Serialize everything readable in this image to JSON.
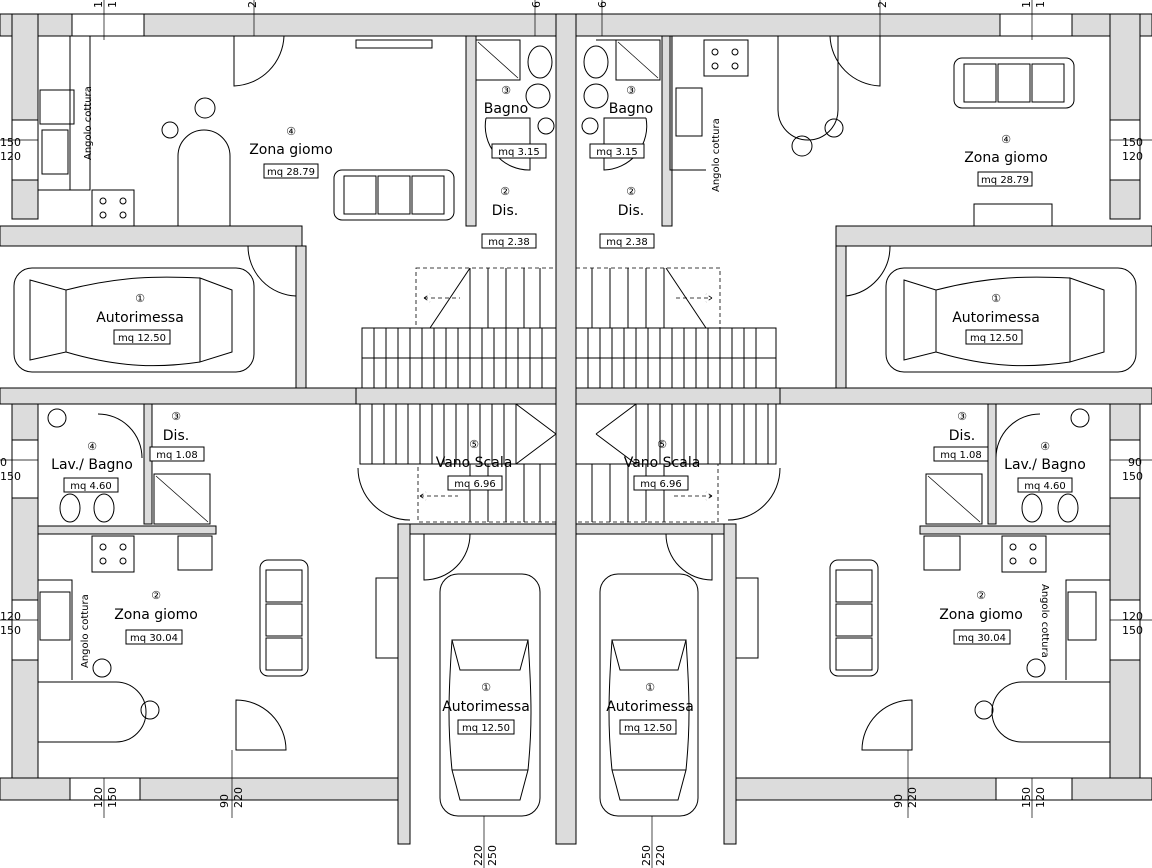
{
  "labels": {
    "zona_giorno": "Zona giomo",
    "autorimessa": "Autorimessa",
    "bagno": "Bagno",
    "dis": "Dis.",
    "lav_bagno": "Lav./ Bagno",
    "vano_scala": "Vano Scala",
    "angolo_cottura": "Angolo cottura"
  },
  "areas": {
    "zg_top": "mq 28.79",
    "zg_bottom": "mq 30.04",
    "autorimessa": "mq 12.50",
    "bagno": "mq 3.15",
    "dis_top": "mq 2.38",
    "dis_bottom": "mq 1.08",
    "lav_bagno": "mq 4.60",
    "vano_scala": "mq 6.96"
  },
  "numbers": {
    "n1": "①",
    "n2": "②",
    "n3": "③",
    "n4": "④",
    "n5": "⑤"
  },
  "dims": {
    "d150": "150",
    "d120": "120",
    "d90": "90",
    "d220": "220",
    "d250": "250",
    "d1": "1",
    "d2": "2",
    "d6": "6",
    "d0": "0"
  }
}
